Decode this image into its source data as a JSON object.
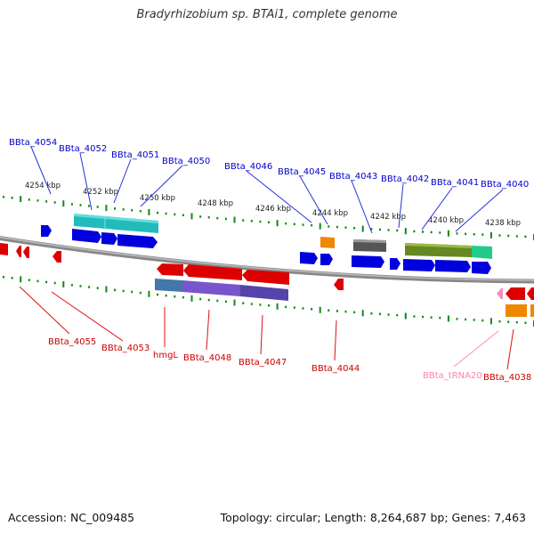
{
  "title": "Bradyrhizobium sp. BTAi1, complete genome",
  "accession": "Accession: NC_009485",
  "topology": "Topology: circular; Length: 8,264,687 bp; Genes: 7,463",
  "colors": {
    "backbone": "#888888",
    "ticks": "#118811",
    "gene_blue": "#0000dd",
    "gene_red": "#dd0000",
    "gene_cyan": "#22bbbb",
    "gene_orange": "#ee8800",
    "gene_gray": "#555555",
    "gene_olive": "#668822",
    "gene_green": "#22cc88",
    "gene_purple": "#7755cc",
    "gene_steel": "#4477aa",
    "gene_pink": "#ff88bb",
    "label_top": "#0000cc",
    "label_bottom": "#cc0000",
    "label_trna": "#ff7fb6"
  },
  "kbp_labels": [
    "4254 kbp",
    "4252 kbp",
    "4250 kbp",
    "4248 kbp",
    "4246 kbp",
    "4244 kbp",
    "4242 kbp",
    "4240 kbp",
    "4238 kbp"
  ],
  "top_labels": [
    "BBta_4054",
    "BBta_4052",
    "BBta_4051",
    "BBta_4050",
    "BBta_4046",
    "BBta_4045",
    "BBta_4043",
    "BBta_4042",
    "BBta_4041",
    "BBta_4040"
  ],
  "bottom_labels": [
    "BBta_4055",
    "BBta_4053",
    "hmgL",
    "BBta_4048",
    "BBta_4047",
    "BBta_4044",
    "BBta_tRNA20",
    "BBta_4038"
  ]
}
